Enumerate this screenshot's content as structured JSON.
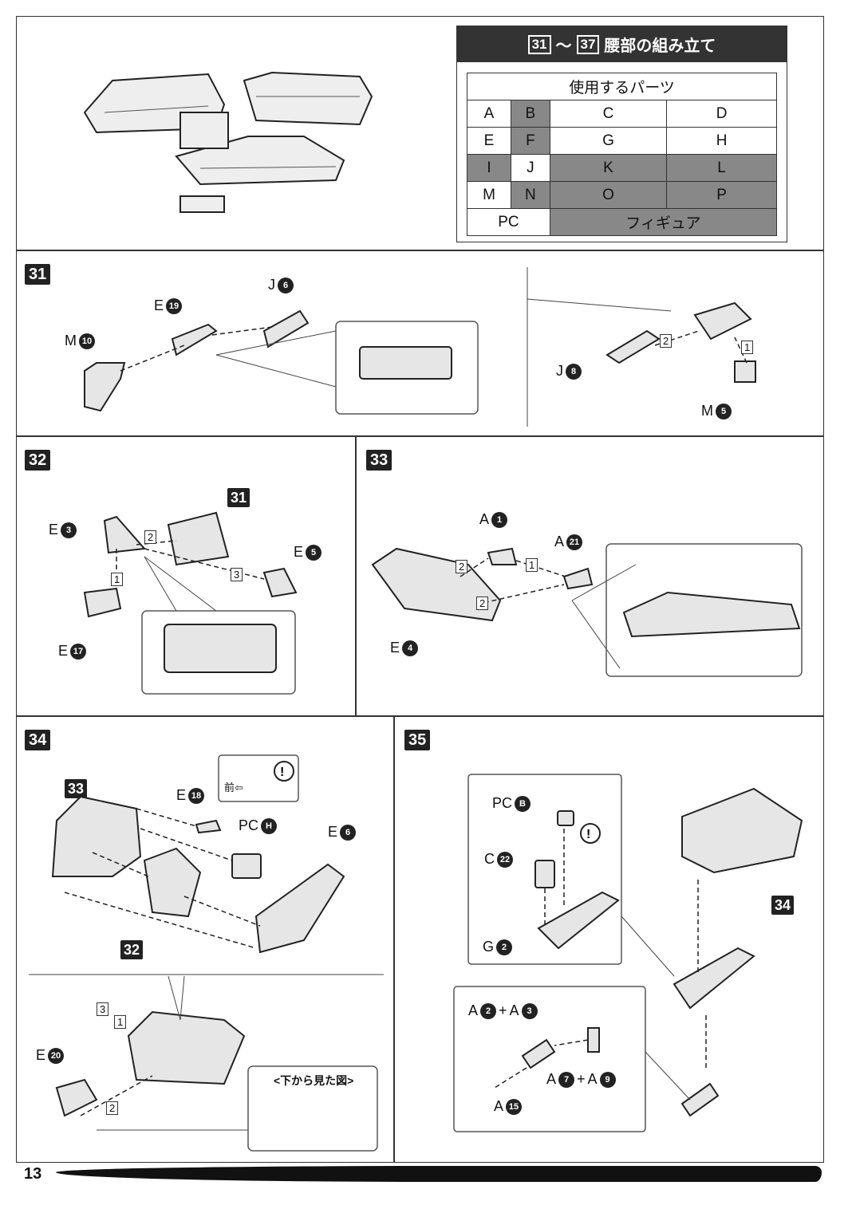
{
  "header": {
    "range_start": "31",
    "range_sep": "～",
    "range_end": "37",
    "title": "腰部の組み立て"
  },
  "parts_table": {
    "heading": "使用するパーツ",
    "rows": [
      [
        {
          "label": "A",
          "used": false
        },
        {
          "label": "B",
          "used": true
        },
        {
          "label": "C",
          "used": false
        },
        {
          "label": "D",
          "used": false
        }
      ],
      [
        {
          "label": "E",
          "used": false
        },
        {
          "label": "F",
          "used": true
        },
        {
          "label": "G",
          "used": false
        },
        {
          "label": "H",
          "used": false
        }
      ],
      [
        {
          "label": "I",
          "used": true
        },
        {
          "label": "J",
          "used": false
        },
        {
          "label": "K",
          "used": true
        },
        {
          "label": "L",
          "used": true
        }
      ],
      [
        {
          "label": "M",
          "used": false
        },
        {
          "label": "N",
          "used": true
        },
        {
          "label": "O",
          "used": true
        },
        {
          "label": "P",
          "used": true
        }
      ]
    ],
    "last_row": [
      {
        "label": "PC",
        "used": false
      },
      {
        "label": "フィギュア",
        "used": true
      }
    ]
  },
  "steps": {
    "s31": {
      "num": "31",
      "parts": {
        "m10": {
          "letter": "M",
          "no": "10"
        },
        "e19": {
          "letter": "E",
          "no": "19"
        },
        "j6": {
          "letter": "J",
          "no": "6"
        },
        "j8": {
          "letter": "J",
          "no": "8"
        },
        "m5": {
          "letter": "M",
          "no": "5"
        }
      },
      "order1": "1",
      "order2": "2"
    },
    "s32": {
      "num": "32",
      "ref": "31",
      "parts": {
        "e3": {
          "letter": "E",
          "no": "3"
        },
        "e5": {
          "letter": "E",
          "no": "5"
        },
        "e17": {
          "letter": "E",
          "no": "17"
        }
      },
      "order1": "1",
      "order2": "2",
      "order3": "3"
    },
    "s33": {
      "num": "33",
      "parts": {
        "a1": {
          "letter": "A",
          "no": "1"
        },
        "a21": {
          "letter": "A",
          "no": "21"
        },
        "e4": {
          "letter": "E",
          "no": "4"
        }
      },
      "order1": "1",
      "order2": "2",
      "order2b": "2"
    },
    "s34": {
      "num": "34",
      "ref33": "33",
      "ref32": "32",
      "parts": {
        "e18": {
          "letter": "E",
          "no": "18"
        },
        "pch": {
          "letter": "PC",
          "no": "H"
        },
        "e6": {
          "letter": "E",
          "no": "6"
        },
        "e20": {
          "letter": "E",
          "no": "20"
        }
      },
      "front": "前⇦",
      "bottom_view": "<下から見た図>",
      "order1": "1",
      "order2": "2",
      "order3": "3"
    },
    "s35": {
      "num": "35",
      "ref34": "34",
      "parts": {
        "pcb": {
          "letter": "PC",
          "no": "B"
        },
        "c22": {
          "letter": "C",
          "no": "22"
        },
        "g2": {
          "letter": "G",
          "no": "2"
        },
        "a2": {
          "letter": "A",
          "no": "2"
        },
        "a3": {
          "letter": "A",
          "no": "3"
        },
        "a7": {
          "letter": "A",
          "no": "7"
        },
        "a9": {
          "letter": "A",
          "no": "9"
        },
        "a15": {
          "letter": "A",
          "no": "15"
        }
      },
      "plus": "+"
    }
  },
  "page_number": "13"
}
